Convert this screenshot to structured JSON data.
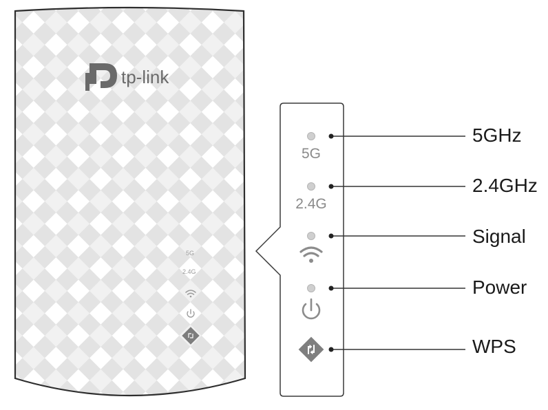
{
  "device": {
    "brand": "tp-link",
    "leds": [
      {
        "id": "5g",
        "label": "5G"
      },
      {
        "id": "24g",
        "label": "2.4G"
      },
      {
        "id": "signal",
        "icon": "wifi-icon"
      },
      {
        "id": "power",
        "icon": "power-icon"
      },
      {
        "id": "wps",
        "icon": "wps-icon"
      }
    ]
  },
  "callouts": {
    "5ghz": "5GHz",
    "24ghz": "2.4GHz",
    "signal": "Signal",
    "power": "Power",
    "wps": "WPS"
  },
  "colors": {
    "pattern_light": "#e6e6e6",
    "pattern_white": "#ffffff",
    "outline": "#3a3a3a",
    "led": "#c8c8c8",
    "logo": "#666666",
    "icon": "#8c8c8c"
  }
}
